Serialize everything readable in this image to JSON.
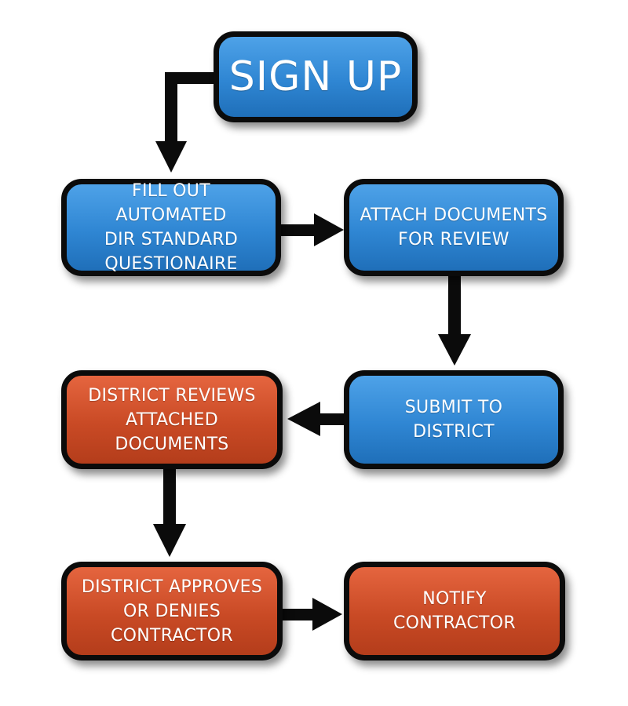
{
  "diagram": {
    "nodes": {
      "sign_up": "SIGN UP",
      "fill_out": "FILL OUT AUTOMATED\nDIR STANDARD\nQUESTIONAIRE",
      "attach_docs": "ATTACH DOCUMENTS\nFOR REVIEW",
      "submit": "SUBMIT TO\nDISTRICT",
      "district_reviews": "DISTRICT REVIEWS\nATTACHED\nDOCUMENTS",
      "district_approves": "DISTRICT APPROVES\nOR DENIES\nCONTRACTOR",
      "notify": "NOTIFY\nCONTRACTOR"
    },
    "colors": {
      "step_fill": "#2f86d3",
      "district_fill": "#c94a25",
      "border": "#0b0b0b",
      "arrow": "#0b0b0b"
    }
  }
}
